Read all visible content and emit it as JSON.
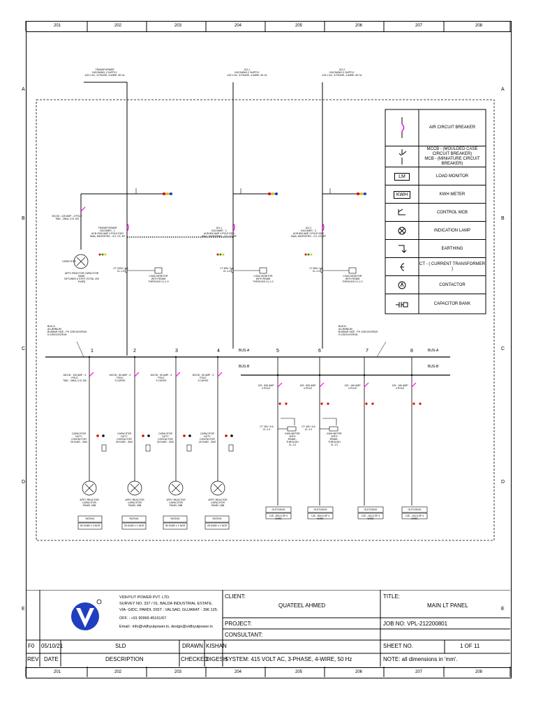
{
  "grid_columns": [
    "201",
    "202",
    "203",
    "204",
    "205",
    "206",
    "207",
    "208"
  ],
  "grid_rows": [
    "A",
    "B",
    "C",
    "D",
    "E"
  ],
  "incomers": [
    {
      "title": "TRANSFORMER",
      "subtitle": "INCOMING-1 SUPPLY",
      "spec": "415 V AC, 3-PHASE, 4-WIRE, 50 Hz"
    },
    {
      "title": "DG-1",
      "subtitle": "INCOMING-2 SUPPLY",
      "spec": "415 V AC, 3-PHASE, 4-WIRE, 50 Hz"
    },
    {
      "title": "DG-2",
      "subtitle": "INCOMING-3 SUPPLY",
      "spec": "415 V AC, 3-PHASE, 4-WIRE, 50 Hz"
    }
  ],
  "incomer_details": [
    {
      "line1": "TRANSFORMER",
      "line2": "INCOMER - 1",
      "line3": "ACB 2000 AMP 4 POLE EDO",
      "line4": "50kA, MICROPRO - 5.0, CS, EF"
    },
    {
      "line1": "DG-1",
      "line2": "INCOMER - 2",
      "line3": "ACB 800 AMP 4 POLE EDO",
      "line4": "50kA, MICROPRO - 2.0, CS, EF"
    },
    {
      "line1": "DG-2",
      "line2": "INCOMER - 3",
      "line3": "ACB 800 AMP 4 POLE EDO",
      "line4": "50kA, MICROPRO - 2.0, CS, EF"
    }
  ],
  "ct_labels": [
    "CT 2000 / 5 A\nCL-1.0",
    "CT 800 / 5 A\nCL-1.0",
    "CT 800 / 5 A\nCL-1.0"
  ],
  "meter_labels": [
    "LOAD MONITOR\nWITH RS485\nTHROUGH CL-1.0",
    "LOAD MONITOR\nWITH RS485\nTHROUGH CL-1.0",
    "LOAD MONITOR\nWITH RS485\nTHROUGH CL-1.0"
  ],
  "cap_mccb": {
    "line1": "MCCB - 125 AMP - 4 POLE",
    "line2": "TMD - 25KA, ICS 100"
  },
  "cap_bank": "CAPACITOR",
  "cap_note": "APFC REACTOR CAPACITOR BANK\nDETUNED 6 STEP (TOTAL 200 KVAR)",
  "bus_a_label": "BUS-A\nALUMINIUM\nBUSBAR SIZE - PH 125X10X2RUN\nN 125X10X1RUN",
  "bus_b_label": "BUS-B\nALUMINIUM\nBUSBAR SIZE - PH 125X10X2RUN\nN 125X10X1RUN",
  "bus_tags": {
    "a_right": "BUS-A",
    "b_right": "BUS-B",
    "a_mid": "BUS-A",
    "b_mid": "BUS-B"
  },
  "feeder_numbers": [
    "1",
    "2",
    "3",
    "4",
    "5",
    "6",
    "7",
    "8"
  ],
  "cap_feeders": [
    {
      "mccb": "MCCB - 125 AMP - 4 POLE\nTMD - 25KA, ICS 100",
      "contactor": "CAPACITOR DUTY\nCONTACTOR\n25 KVAR - 3NO",
      "note": "APFC REACTOR CAPACITOR\nPANEL 1BB",
      "tag": "RATING",
      "spec": "50 KVAR x 3 NOS"
    },
    {
      "mccb": "MCCB - 50 AMP - 3 POLE\n3 CURVE",
      "contactor": "CAPACITOR DUTY\nCONTACTOR\n25 KVAR - 3NO",
      "note": "APFC REACTOR CAPACITOR\nPANEL 1BB",
      "tag": "RATING",
      "spec": "25 KVAR x 1 NOS"
    },
    {
      "mccb": "MCCB - 50 AMP - 3 POLE\n3 CURVE",
      "contactor": "CAPACITOR DUTY\nCONTACTOR\n25 KVAR - 3NO",
      "note": "APFC REACTOR CAPACITOR\nPANEL 1BB",
      "tag": "RATING",
      "spec": "50 KVAR x 1 NOS"
    },
    {
      "mccb": "MCCB - 50 AMP - 3 POLE\n3 CURVE",
      "contactor": "CAPACITOR DUTY\nCONTACTOR\n25 KVAR - 3NO",
      "note": "APFC REACTOR CAPACITOR\nPANEL 1BB",
      "tag": "RATING",
      "spec": "25 KVAR x 1 NOS"
    }
  ],
  "out_feeders": [
    {
      "mccb": "125 - 800 AMP\n4 POLE",
      "ct": "CT 400 / 5 A\nCL-1.0",
      "meter": "KWH METER WITH\nRS485 - THROUGH\nCL-1.0",
      "tag": "OUTGOING",
      "spec": "125 - 800 A SP 4 WIRE"
    },
    {
      "mccb": "125 - 800 AMP\n4 POLE",
      "ct": "CT 400 / 5 A\nCL-1.0",
      "meter": "KWH METER WITH\nRS485 - THROUGH\nCL-1.0",
      "tag": "OUTGOING",
      "spec": "125 - 800 A SP 4 WIRE"
    },
    {
      "mccb": "125 - 160 AMP\n4 POLE",
      "ct": "",
      "meter": "",
      "tag": "OUTGOING",
      "spec": "125 - 160 A SP 4 WIRE"
    },
    {
      "mccb": "125 - 160 AMP\n4 POLE",
      "ct": "",
      "meter": "",
      "tag": "OUTGOING",
      "spec": "125 - 160 A SP 4 WIRE"
    }
  ],
  "legend": [
    {
      "symbol": "acb",
      "text": "AIR CIRCUIT BREAKER"
    },
    {
      "symbol": "mccb",
      "text": "MCCB - (MOULDED CASE CIRCUIT BREAKER)\nMCB - (MINIATURE CIRCUIT BREAKER)"
    },
    {
      "symbol": "LM",
      "text": "LOAD MONITOR"
    },
    {
      "symbol": "KWH",
      "text": "KWH METER"
    },
    {
      "symbol": "cmcb",
      "text": "CONTROL MCB"
    },
    {
      "symbol": "lamp",
      "text": "INDICATION LAMP"
    },
    {
      "symbol": "earth",
      "text": "EARTHING"
    },
    {
      "symbol": "ct",
      "text": "CT - ( CURRENT TRANSFORMER )"
    },
    {
      "symbol": "contactor",
      "text": "CONTACTOR"
    },
    {
      "symbol": "capbank",
      "text": "CAPACITOR BANK"
    }
  ],
  "company": {
    "name": "VIDHYUT POWER PVT. LTD.",
    "addr1": "SURVEY NO. 337 / 01, BALDA INDUSTRIAL ESTATE,",
    "addr2": "VIA- GIDC, PARDI, DIST : VALSAD, GUJARAT - 396 125.",
    "phone": "OFF. : +91 90999 45161/67",
    "email": "Email:- info@vidhyutpower.in, design@vidhyutpower.in"
  },
  "title_block": {
    "client_label": "CLIENT:",
    "client": "QUATEEL AHMED",
    "title_label": "TITLE:",
    "title": "MAIN LT PANEL",
    "project_label": "PROJECT:",
    "job_no": "JOB NO: VPL-212200801",
    "consultant_label": "CONSULTANT:",
    "sheet_label": "SHEET NO.",
    "sheet": "1  OF  11",
    "system": "SYSTEM: 415 VOLT AC, 3-PHASE, 4-WIRE, 50 Hz",
    "note": "NOTE: all dimensions in 'mm'.",
    "rev": "F0",
    "date": "05/10/21",
    "desc": "SLD",
    "drawn_label": "DRAWN",
    "drawn": "KISHAN",
    "checked_label": "CHECKED",
    "checked": "DIGESH",
    "rev_label": "REV",
    "date_label": "DATE",
    "desc_label": "DESCRIPTION"
  },
  "colors": {
    "pink": "#ff00ff",
    "red": "#e00000",
    "green": "#00a000",
    "yellow": "#e8c000",
    "blue": "#1f3fbf"
  }
}
